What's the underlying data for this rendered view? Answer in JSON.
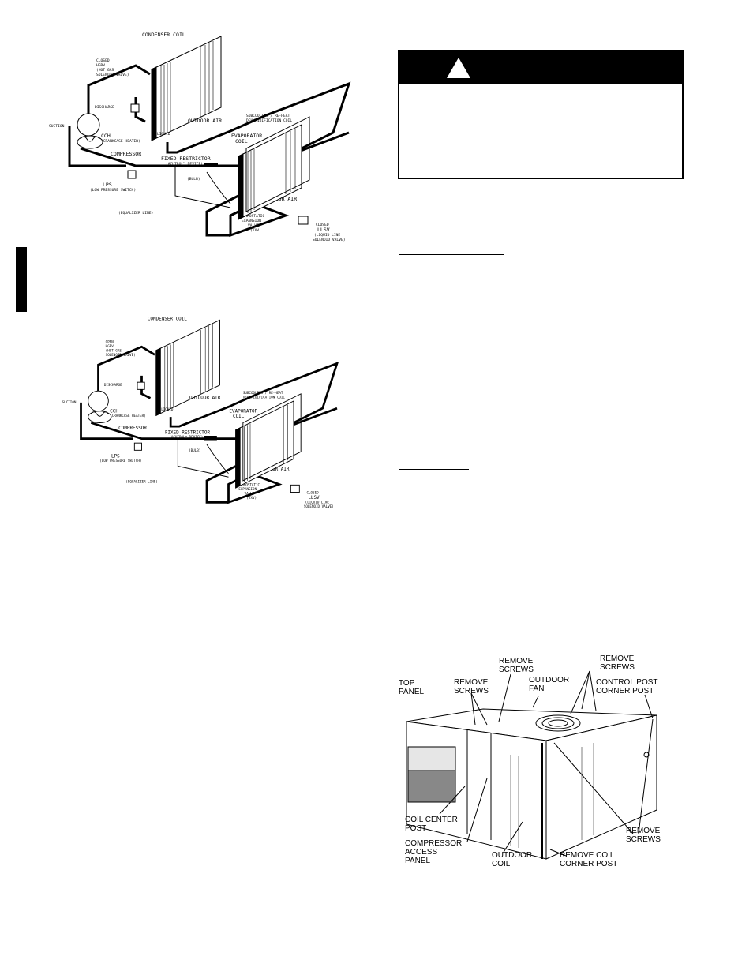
{
  "diagram_top": {
    "condenser_coil": "CONDENSER COIL",
    "hgrv_state": "CLOSED",
    "hgrv": "HGRV",
    "hgrv_desc_1": "(HOT GAS",
    "hgrv_desc_2": "SOLENOID VALVE)",
    "discharge": "DISCHARGE",
    "suction": "SUCTION",
    "outdoor_air": "OUTDOOR AIR",
    "liquid": "LIQUID",
    "cch": "CCH",
    "cch_desc": "(CRANKCASE HEATER)",
    "compressor": "COMPRESSOR",
    "subcooling_1": "SUBCOOLING / RE-HEAT",
    "subcooling_2": "DEHUMIDIFICATION COIL",
    "evaporator_1": "EVAPORATOR",
    "evaporator_2": "COIL",
    "fixed_restrictor": "FIXED RESTRICTOR",
    "acutrol": "(ACUTROL™ DEVICE)",
    "bulb": "(BULB)",
    "lps": "LPS",
    "lps_desc": "(LOW PRESSURE SWITCH)",
    "equalizer": "(EQUALIZER LINE)",
    "indoor_air": "INDOOR AIR",
    "txv_1": "THERMOSTATIC",
    "txv_2": "EXPANSION",
    "txv_3": "VALVE",
    "txv_4": "(TXV)",
    "llsv_state": "CLOSED",
    "llsv": "LLSV",
    "llsv_desc_1": "(LIQUID LINE",
    "llsv_desc_2": "SOLENOID VALVE)"
  },
  "diagram_bottom": {
    "condenser_coil": "CONDENSER COIL",
    "hgrv_state": "OPEN",
    "hgrv": "HGRV",
    "hgrv_desc_1": "(HOT GAS",
    "hgrv_desc_2": "SOLENOID VALVE)",
    "discharge": "DISCHARGE",
    "suction": "SUCTION",
    "outdoor_air": "OUTDOOR AIR",
    "liquid": "LIQUID",
    "cch": "CCH",
    "cch_desc": "(CRANKCASE HEATER)",
    "compressor": "COMPRESSOR",
    "subcooling_1": "SUBCOOLING / RE-HEAT",
    "subcooling_2": "DEHUMIDIFICATION COIL",
    "evaporator_1": "EVAPORATOR",
    "evaporator_2": "COIL",
    "fixed_restrictor": "FIXED RESTRICTOR",
    "acutrol": "(ACUTROL™ DEVICE)",
    "bulb": "(BULB)",
    "lps": "LPS",
    "lps_desc": "(LOW PRESSURE SWITCH)",
    "equalizer": "(EQUALIZER LINE)",
    "indoor_air": "INDOOR AIR",
    "txv_1": "THERMOSTATIC",
    "txv_2": "EXPANSION",
    "txv_3": "VALVE",
    "txv_4": "(TXV)",
    "llsv_state": "CLOSED",
    "llsv": "LLSV",
    "llsv_desc_1": "(LIQUID LINE",
    "llsv_desc_2": "SOLENOID VALVE)"
  },
  "unit_figure": {
    "remove_screws_top": [
      "REMOVE",
      "SCREWS"
    ],
    "remove_screws_right_top": [
      "REMOVE",
      "SCREWS"
    ],
    "top_panel": [
      "TOP",
      "PANEL"
    ],
    "remove_screws_left": [
      "REMOVE",
      "SCREWS"
    ],
    "outdoor_fan": [
      "OUTDOOR",
      "FAN"
    ],
    "control_post": [
      "CONTROL POST",
      "CORNER POST"
    ],
    "coil_center_post": [
      "COIL CENTER",
      "POST"
    ],
    "compressor_access": [
      "COMPRESSOR",
      "ACCESS",
      "PANEL"
    ],
    "outdoor_coil": [
      "OUTDOOR",
      "COIL"
    ],
    "remove_coil_corner": [
      "REMOVE COIL",
      "CORNER POST"
    ],
    "remove_screws_right": [
      "REMOVE",
      "SCREWS"
    ]
  }
}
